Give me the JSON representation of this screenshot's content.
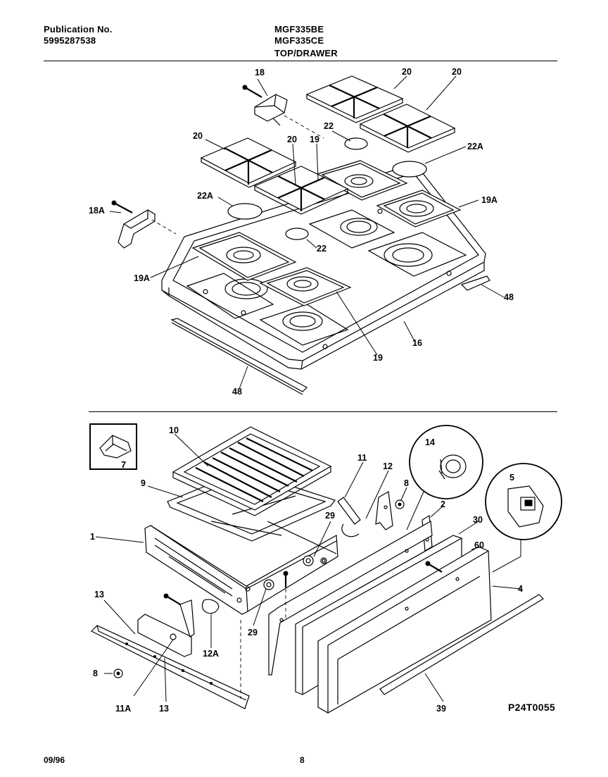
{
  "header": {
    "publication_label": "Publication No.",
    "publication_number": "5995287538",
    "model_1": "MGF335BE",
    "model_2": "MGF335CE",
    "section": "TOP/DRAWER"
  },
  "part_callouts": {
    "top": [
      "18",
      "20",
      "20",
      "20",
      "20",
      "22",
      "22A",
      "19",
      "22A",
      "18A",
      "19A",
      "22",
      "19A",
      "48",
      "16",
      "19",
      "48"
    ],
    "bottom": [
      "7",
      "10",
      "14",
      "11",
      "12",
      "8",
      "5",
      "9",
      "2",
      "29",
      "30",
      "1",
      "60",
      "4",
      "13",
      "29",
      "12A",
      "8",
      "11A",
      "13",
      "39"
    ]
  },
  "diagram_code": "P24T0055",
  "footer": {
    "date": "09/96",
    "page": "8"
  }
}
